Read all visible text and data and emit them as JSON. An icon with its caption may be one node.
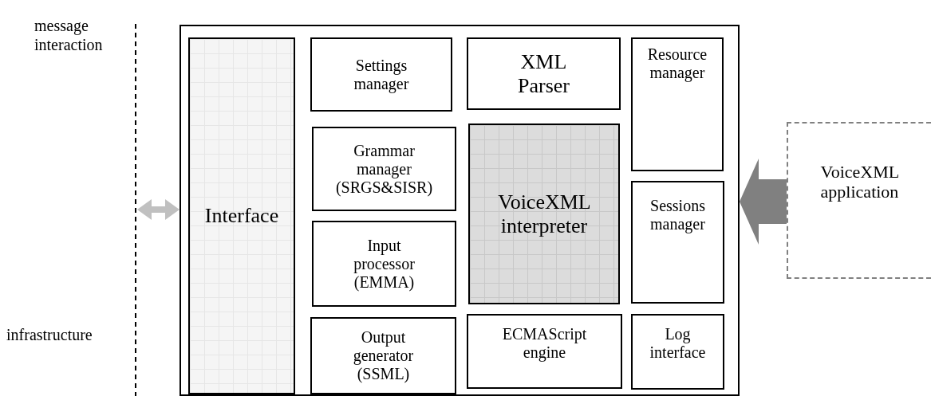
{
  "diagram": {
    "nodes": [
      {
        "text": [],
        "shape": "box"
      },
      {
        "text": [
          "Interface"
        ],
        "in": 0
      },
      {
        "text": [
          "Settings manager"
        ],
        "in": 0
      },
      {
        "text": [
          "XML Parser"
        ],
        "in": 0
      },
      {
        "text": [
          "Resource manager"
        ],
        "in": 0
      },
      {
        "text": [
          "Grammar manager (SRGS&SISR)"
        ],
        "in": 0
      },
      {
        "text": [
          "VoiceXML interpreter"
        ],
        "in": 0
      },
      {
        "text": [
          "Sessions manager"
        ],
        "in": 0
      },
      {
        "text": [
          "Input processor (EMMA)"
        ],
        "in": 0
      },
      {
        "text": [
          "Output generator (SSML)"
        ],
        "in": 0
      },
      {
        "text": [
          "ECMAScript engine"
        ],
        "in": 0
      },
      {
        "text": [
          "Log interface"
        ],
        "in": 0
      },
      {
        "text": [
          "VoiceXML application"
        ]
      }
    ],
    "edges": [
      {
        "from": null,
        "to": 0,
        "arrow": "both",
        "color": "#c0c0c0"
      },
      {
        "from": 12,
        "to": 0,
        "arrow": "to",
        "style": "thick",
        "color": "#808080"
      }
    ],
    "labels": [
      "message interaction",
      "infrastructure"
    ]
  }
}
